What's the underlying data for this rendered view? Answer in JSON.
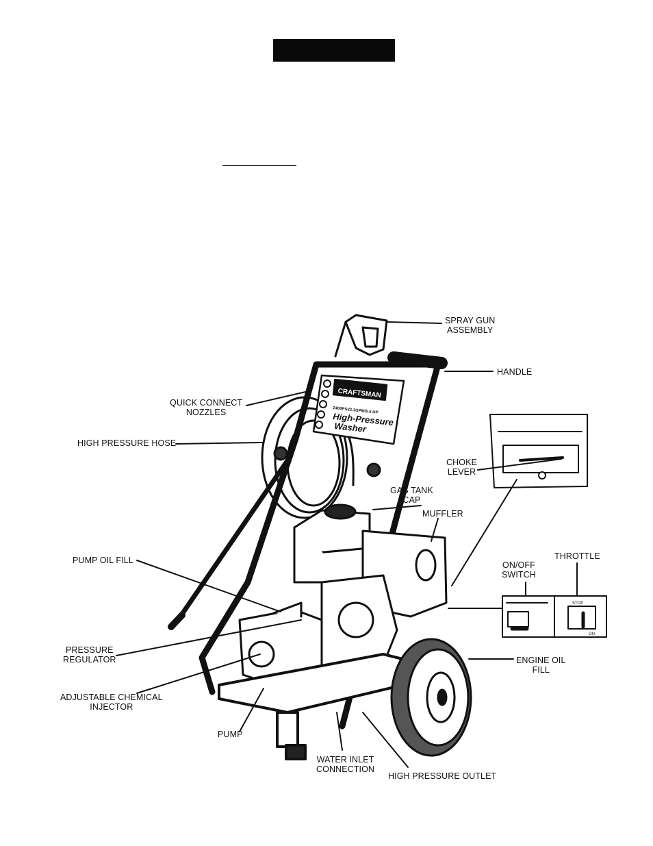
{
  "labels": {
    "spray_gun": [
      "SPRAY GUN",
      "ASSEMBLY"
    ],
    "handle": "HANDLE",
    "quick_connect": [
      "QUICK CONNECT",
      "NOZZLES"
    ],
    "high_pressure_hose": "HIGH PRESSURE HOSE",
    "choke_lever": [
      "CHOKE",
      "LEVER"
    ],
    "gas_tank_cap": [
      "GAS TANK",
      "CAP"
    ],
    "muffler": "MUFFLER",
    "pump_oil_fill": "PUMP OIL FILL",
    "on_off_switch": [
      "ON/OFF",
      "SWITCH"
    ],
    "throttle": "THROTTLE",
    "pressure_regulator": [
      "PRESSURE",
      "REGULATOR"
    ],
    "engine_oil_fill": [
      "ENGINE OIL",
      "FILL"
    ],
    "chemical_injector": [
      "ADJUSTABLE CHEMICAL",
      "INJECTOR"
    ],
    "pump": "PUMP",
    "water_inlet": [
      "WATER INLET",
      "CONNECTION"
    ],
    "high_pressure_outlet": "HIGH PRESSURE OUTLET"
  },
  "decal": {
    "brand": "CRAFTSMAN",
    "spec": "2400PSI/2.1GPM/5.5 HP",
    "product_line1": "High-Pressure",
    "product_line2": "Washer"
  },
  "throttle_inset": {
    "stop": "STOP",
    "on": "ON"
  }
}
